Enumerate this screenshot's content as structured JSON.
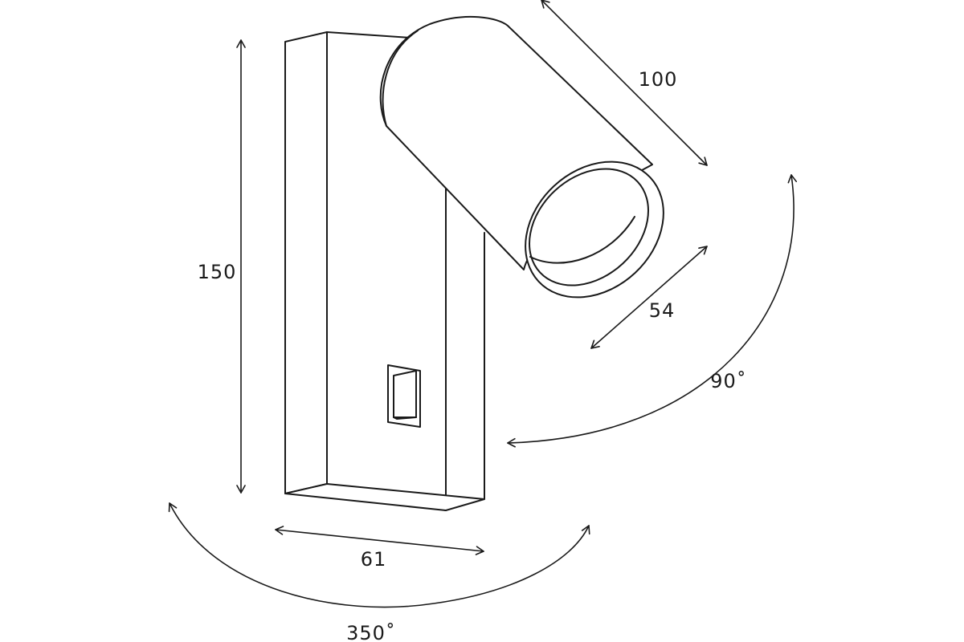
{
  "dimensions": {
    "height": "150",
    "width": "61",
    "length": "100",
    "diameter": "54",
    "tilt": "90˚",
    "rotation": "350˚"
  }
}
